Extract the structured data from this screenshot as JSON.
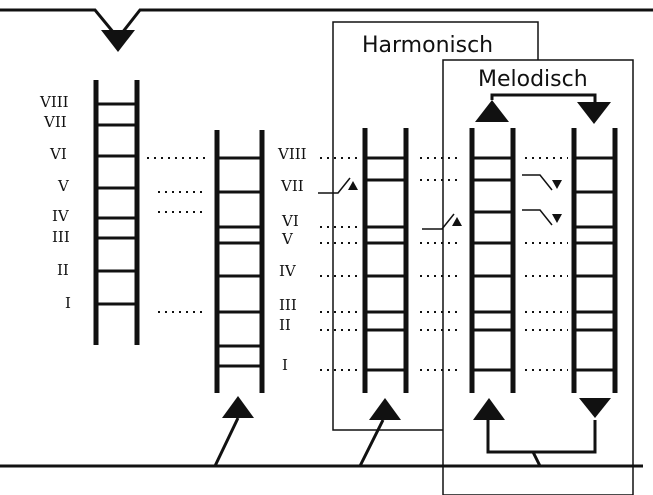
{
  "boxes": {
    "harmonic_label": "Harmonisch",
    "melodic_label": "Melodisch"
  },
  "scale_degrees": {
    "natural": [
      "VIII",
      "VII",
      "VI",
      "V",
      "IV",
      "III",
      "II",
      "I"
    ],
    "third": [
      "VIII",
      "VII",
      "VI",
      "V",
      "IV",
      "III",
      "II",
      "I"
    ]
  },
  "colors": {
    "ink": "#111111",
    "background": "#ffffff"
  }
}
